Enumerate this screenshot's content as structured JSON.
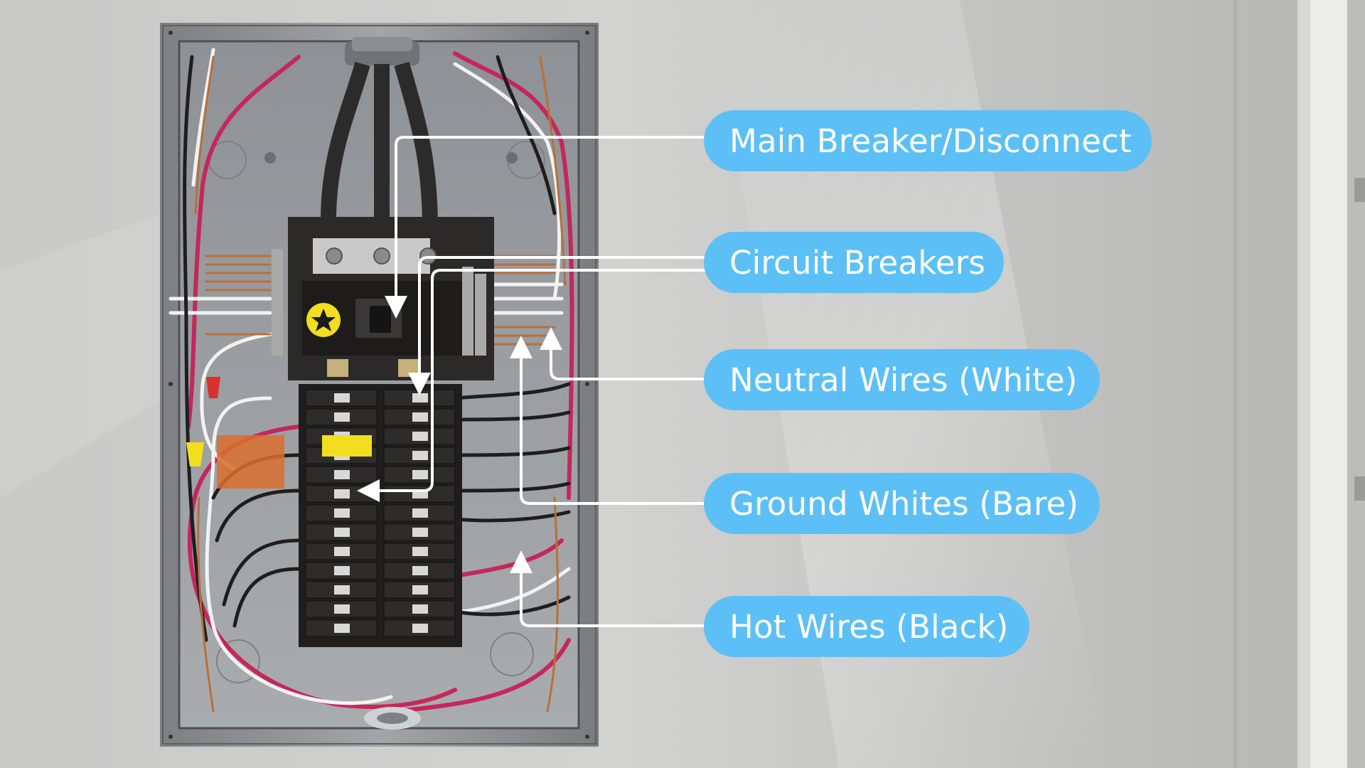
{
  "callouts": {
    "main_breaker": "Main Breaker/Disconnect",
    "circuit_breakers": "Circuit Breakers",
    "neutral_wires": "Neutral Wires (White)",
    "ground_wires": "Ground Whites (Bare)",
    "hot_wires": "Hot Wires (Black)"
  },
  "colors": {
    "wall": "#cfcfcd",
    "callout_fill": "#5cc0f6",
    "callout_text": "#ffffff",
    "leader_line": "#ffffff",
    "panel_frame": "#8f9194",
    "panel_back": "#9fa2a6",
    "breaker": "#2a2826",
    "hot_wire": "#1e1e1e",
    "red_wire": "#c4285a",
    "white_wire": "#f2f2f2",
    "copper_wire": "#b8703a",
    "yellow": "#f2de1e"
  },
  "icons": [
    "leader-arrow-icon"
  ]
}
